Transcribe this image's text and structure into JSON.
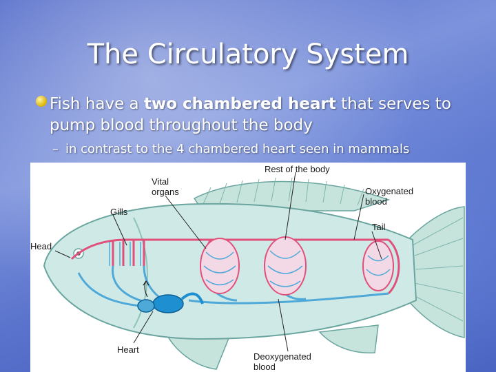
{
  "slide": {
    "title": "The Circulatory System",
    "bullet1": {
      "before": "Fish have a ",
      "bold": "two chambered heart",
      "after": " that serves to pump blood throughout the body"
    },
    "bullet2": {
      "dash": "–",
      "text": "in contrast to the 4 chambered heart seen in mammals"
    }
  },
  "figure": {
    "labels": {
      "rest_of_body": "Rest of the body",
      "vital_organs": "Vital organs",
      "oxygenated_blood": "Oxygenated blood",
      "gills": "Gills",
      "tail": "Tail",
      "head": "Head",
      "heart": "Heart",
      "deoxygenated_blood": "Deoxygenated blood"
    },
    "colors": {
      "oxygenated": "#e0507a",
      "deoxygenated": "#4fa9d8",
      "heart": "#1e8fd0",
      "fish_body": "#cfe9e6",
      "fish_outline": "#6aa59f"
    }
  }
}
